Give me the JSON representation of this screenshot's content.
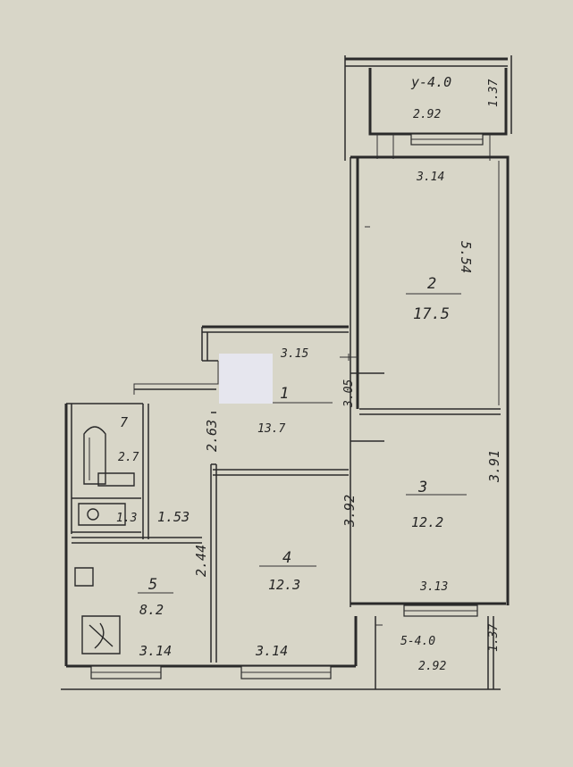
{
  "plan": {
    "rooms": [
      {
        "id": "balcony-top",
        "number": "у",
        "area": "4.0",
        "dim_w": "2.92",
        "dim_h": "1.37"
      },
      {
        "id": "room-2",
        "number": "2",
        "area": "17.5",
        "dim_w": "3.14",
        "dim_h": "5.54"
      },
      {
        "id": "room-1",
        "number": "1",
        "area": "13.7",
        "dim_w": "3.15",
        "dim_h": "3.05"
      },
      {
        "id": "room-3",
        "number": "3",
        "area": "12.2",
        "dim_w": "3.13",
        "dim_h": "3.91"
      },
      {
        "id": "room-4",
        "number": "4",
        "area": "12.3",
        "dim_w": "3.14",
        "dim_h": "3.92"
      },
      {
        "id": "room-5",
        "number": "5",
        "area": "8.2",
        "dim_w": "3.14",
        "dim_h": "2.44"
      },
      {
        "id": "room-7",
        "number": "7",
        "area": "2.7",
        "dim_w": "1.53",
        "dim_h": "2.63"
      },
      {
        "id": "balcony-bottom",
        "number": "5",
        "area": "4.0",
        "dim_w": "2.92",
        "dim_h": "1.37"
      }
    ],
    "labels": {
      "balcony_top_top": "у-4.0",
      "balcony_top_w": "2.92",
      "balcony_top_h": "1.37",
      "room2_w": "3.14",
      "room2_h": "5.54",
      "room2_num": "2",
      "room2_area": "17.5",
      "room1_w": "3.15",
      "room1_num": "1",
      "room1_area": "13.7",
      "room1_h": "3.05",
      "room3_num": "3",
      "room3_area": "12.2",
      "room3_h": "3.91",
      "room3_w": "3.13",
      "room7_num": "7",
      "room7_area": "2.7",
      "room7_h": "2.63",
      "wc_num": "1.3",
      "corridor_w": "1.53",
      "room4_num": "4",
      "room4_area": "12.3",
      "room4_h": "3.92",
      "room4_w": "3.14",
      "room5_num": "5",
      "room5_area": "8.2",
      "room5_h": "2.44",
      "room5_w": "3.14",
      "balcony_bottom_top": "5-4.0",
      "balcony_bottom_w": "2.92",
      "balcony_bottom_h": "1.37"
    },
    "colors": {
      "paper": "#d8d6c8",
      "ink": "#2a2a2a",
      "patch": "#e6e6ee"
    }
  }
}
